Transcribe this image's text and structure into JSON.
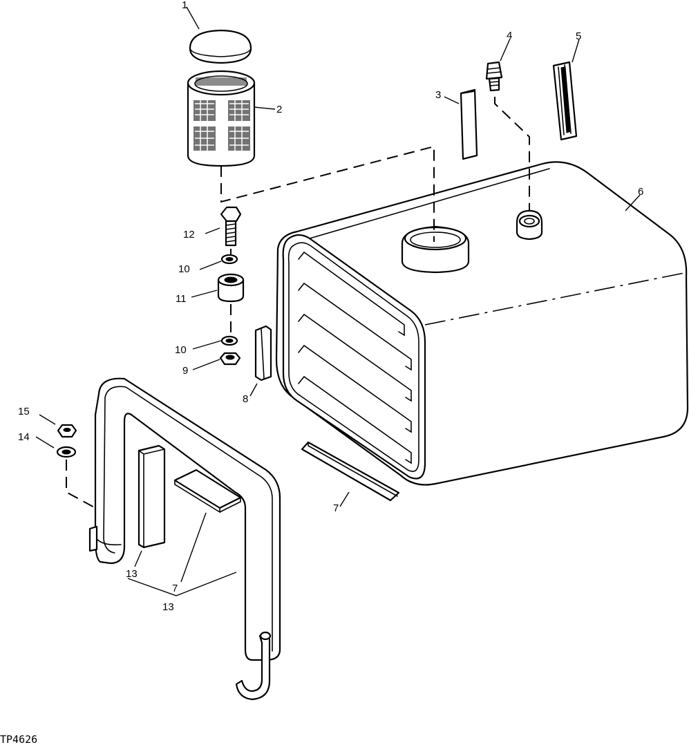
{
  "figure_id": "TP4626",
  "callouts": {
    "c1": "1",
    "c2": "2",
    "c3": "3",
    "c4": "4",
    "c5": "5",
    "c6": "6",
    "c7a": "7",
    "c7b": "7",
    "c8": "8",
    "c9": "9",
    "c10a": "10",
    "c10b": "10",
    "c11": "11",
    "c12": "12",
    "c13a": "13",
    "c13b": "13",
    "c14": "14",
    "c15": "15"
  }
}
